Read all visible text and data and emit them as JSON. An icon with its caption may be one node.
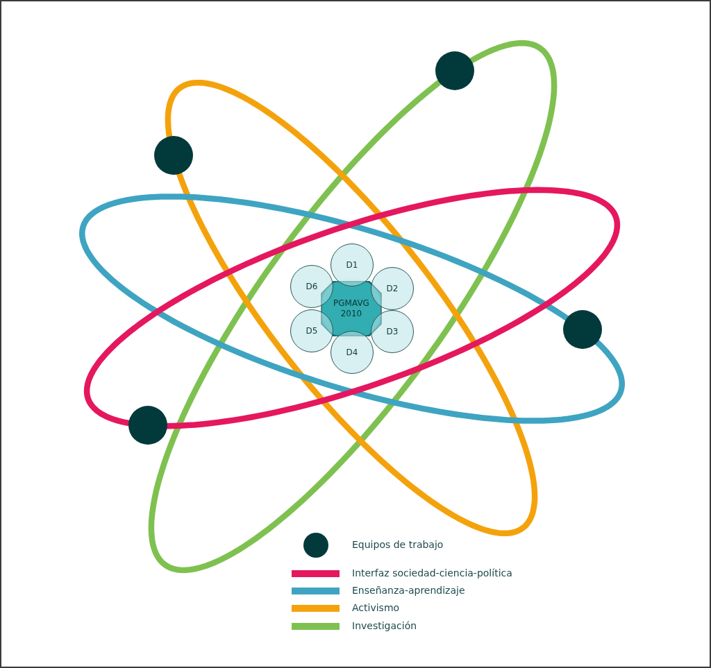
{
  "diagram": {
    "nodes": [
      {
        "text": [
          "PGMAVG 2010"
        ]
      },
      {
        "text": [
          "D1"
        ]
      },
      {
        "text": [
          "D2"
        ]
      },
      {
        "text": [
          "D3"
        ]
      },
      {
        "text": [
          "D4"
        ]
      },
      {
        "text": [
          "D5"
        ]
      },
      {
        "text": [
          "D6"
        ]
      },
      {
        "text": [],
        "shape": "circle"
      },
      {
        "text": [],
        "shape": "circle"
      },
      {
        "text": [],
        "shape": "circle"
      },
      {
        "text": [],
        "shape": "circle"
      }
    ],
    "legend": [
      {
        "text": "Equipos de trabajo"
      },
      {
        "text": "Interfaz sociedad-ciencia-política",
        "color": "#e5175f"
      },
      {
        "text": "Enseñanza-aprendizaje",
        "color": "#3ea4c1"
      },
      {
        "text": "Activismo",
        "color": "#f4a20c"
      },
      {
        "text": "Investigación",
        "color": "#7fc150"
      }
    ]
  }
}
